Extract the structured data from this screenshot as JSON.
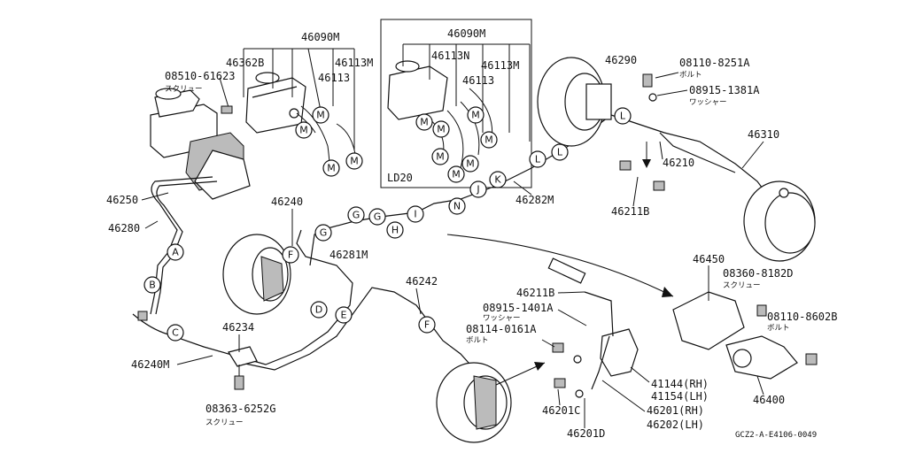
{
  "labels": {
    "p46090M_a": "46090M",
    "p46090M_b": "46090M",
    "p46362B": "46362B",
    "p46113M_a": "46113M",
    "p46113_a": "46113",
    "p46113N": "46113N",
    "p46113M_b": "46113M",
    "p46113_b": "46113",
    "p08510": "08510-61623",
    "screw_a": "スクリュー",
    "p46290": "46290",
    "p08110_8251A": "08110-8251A",
    "bolt_a": "ボルト",
    "p08915_1381A": "08915-1381A",
    "washer_a": "ワッシャー",
    "p46310": "46310",
    "p46210": "46210",
    "p46211B_a": "46211B",
    "p46282M": "46282M",
    "ld20": "LD20",
    "p46250": "46250",
    "p46280": "46280",
    "p46240": "46240",
    "p46281M": "46281M",
    "p46242": "46242",
    "p46211B_b": "46211B",
    "p08915_1401A": "08915-1401A",
    "washer_b": "ワッシャー",
    "p08114_0161A": "08114-0161A",
    "bolt_b": "ボルト",
    "p46450": "46450",
    "p08360_8182D": "08360-8182D",
    "screw_b": "スクリュー",
    "p08110_8602B": "08110-8602B",
    "bolt_c": "ボルト",
    "p46234": "46234",
    "p46240M": "46240M",
    "p08363_6252G": "08363-6252G",
    "screw_c": "スクリュー",
    "p41144": "41144(RH)",
    "p41154": "41154(LH)",
    "p46201RH": "46201(RH)",
    "p46202LH": "46202(LH)",
    "p46201C": "46201C",
    "p46201D": "46201D",
    "p46400": "46400",
    "drawing_ref": "GCZ2-A-E4106-0049"
  },
  "bubbles": {
    "A": "A",
    "B": "B",
    "C": "C",
    "D": "D",
    "E": "E",
    "F": "F",
    "G": "G",
    "H": "H",
    "I": "I",
    "J": "J",
    "K": "K",
    "L": "L",
    "M": "M",
    "N": "N"
  }
}
